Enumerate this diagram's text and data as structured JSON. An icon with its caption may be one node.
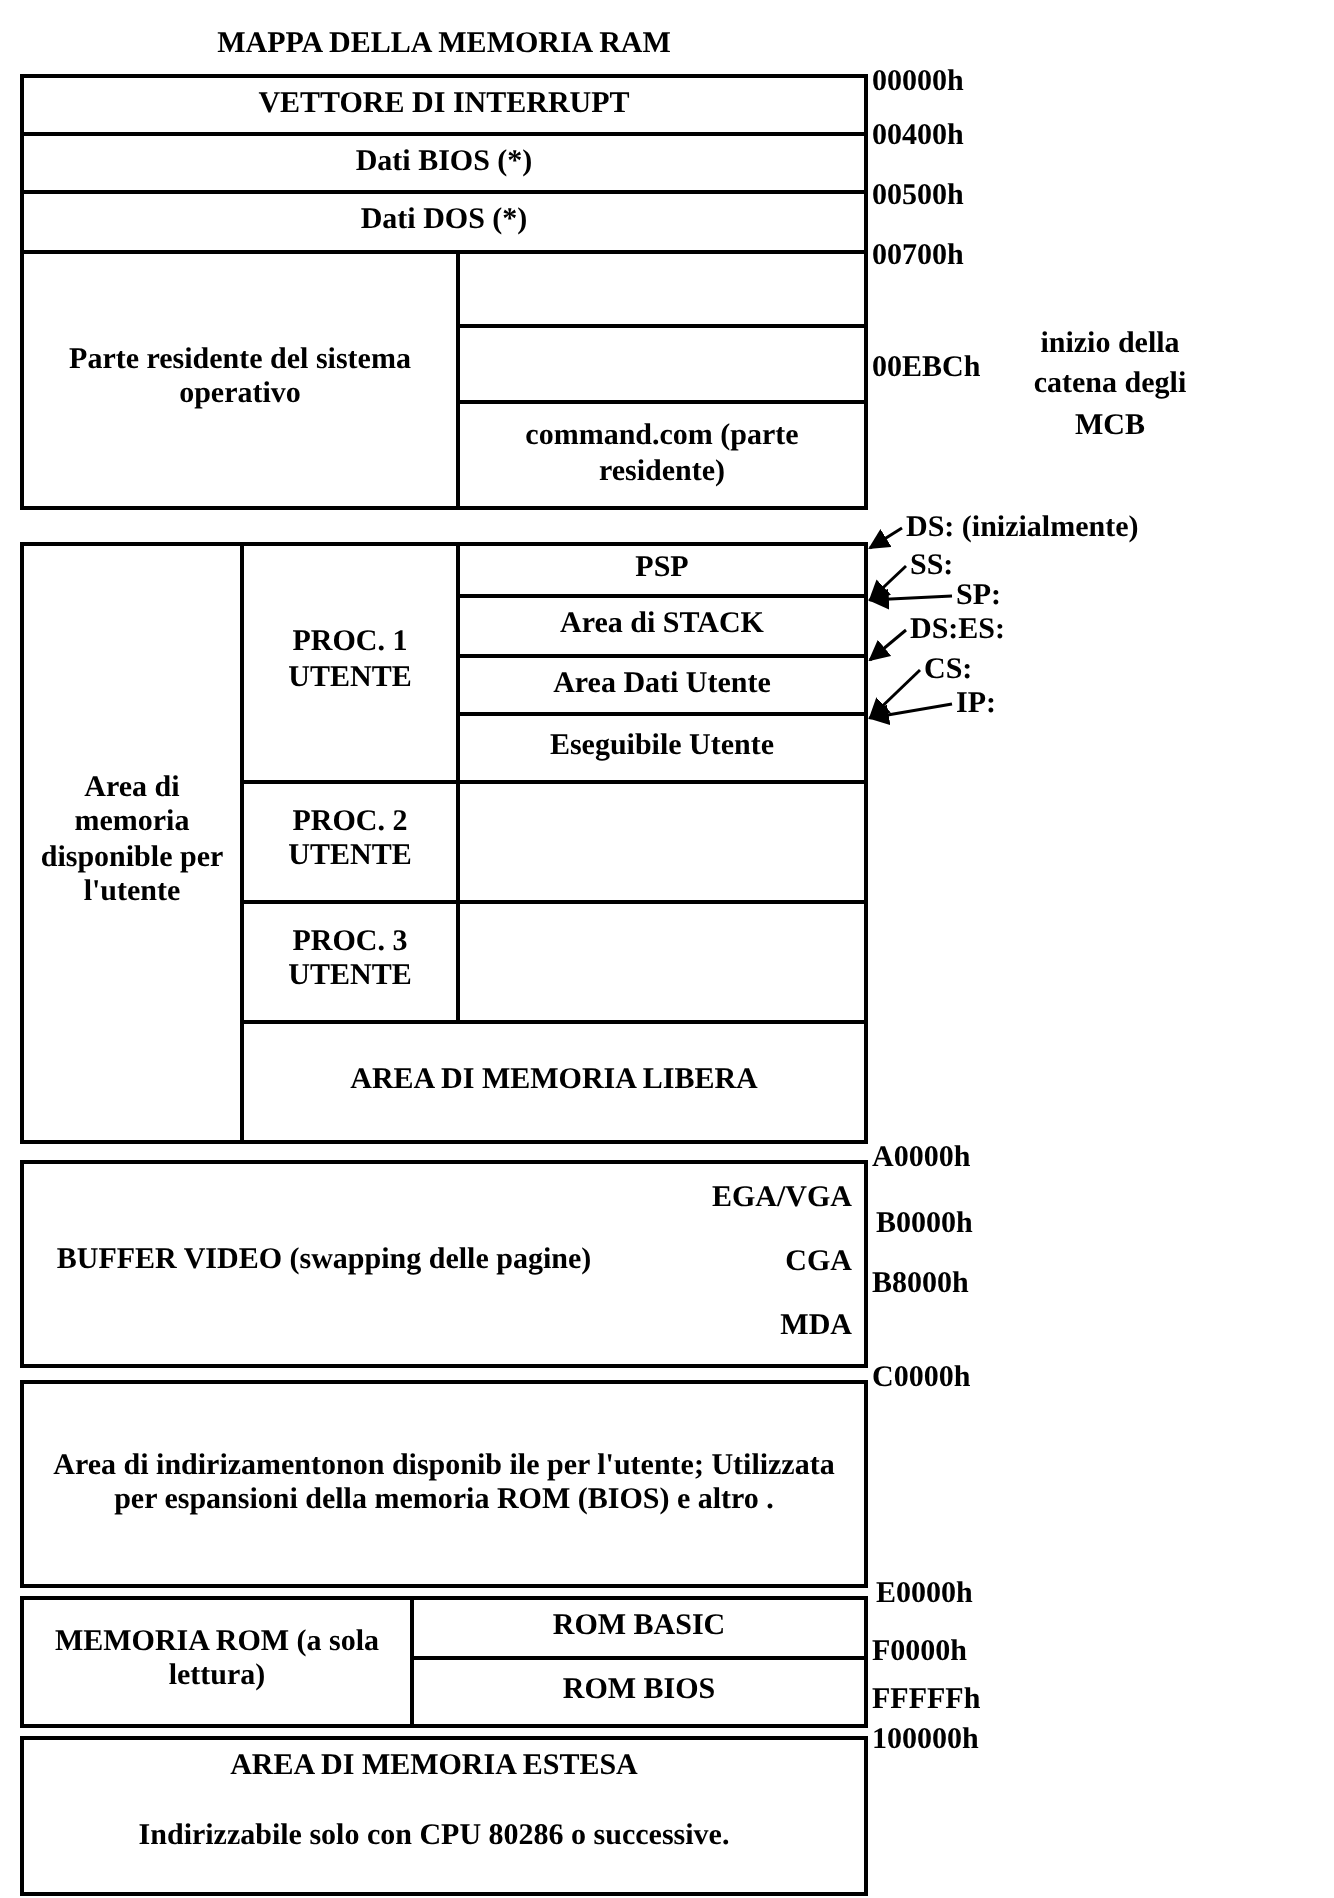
{
  "diagram": {
    "title": "MAPPA DELLA MEMORIA RAM",
    "nodes": [
      {
        "text": [
          "VETTORE DI INTERRUPT"
        ]
      },
      {
        "text": [
          "Dati BIOS (*)"
        ]
      },
      {
        "text": [
          "Dati DOS (*)"
        ]
      },
      {
        "text": [
          "Parte residente del sistema operativo"
        ]
      },
      {
        "text": [],
        "shape": "box",
        "in": 3
      },
      {
        "text": [],
        "shape": "box",
        "in": 3
      },
      {
        "text": [
          "command.com (parte residente)"
        ],
        "in": 3
      },
      {
        "text": [
          "Area di memoria disponible per l'utente"
        ]
      },
      {
        "text": [
          "PROC. 1 UTENTE"
        ],
        "in": 7
      },
      {
        "text": [
          "PSP"
        ],
        "in": 8
      },
      {
        "text": [
          "Area di STACK"
        ],
        "in": 8
      },
      {
        "text": [
          "Area Dati Utente"
        ],
        "in": 8
      },
      {
        "text": [
          "Eseguibile Utente"
        ],
        "in": 8
      },
      {
        "text": [
          "PROC. 2 UTENTE"
        ],
        "in": 7
      },
      {
        "text": [],
        "shape": "box",
        "in": 13
      },
      {
        "text": [
          "PROC. 3 UTENTE"
        ],
        "in": 7
      },
      {
        "text": [],
        "shape": "box",
        "in": 15
      },
      {
        "text": [
          "AREA DI MEMORIA LIBERA"
        ],
        "in": 7
      },
      {
        "text": [
          "BUFFER VIDEO (swapping delle pagine)",
          "EGA/VGA",
          "CGA",
          "MDA"
        ]
      },
      {
        "text": [
          "Area di indirizamentonon disponib ile per l'utente; Utilizzata per espansioni della memoria ROM (BIOS) e altro ."
        ]
      },
      {
        "text": [
          "MEMORIA ROM (a sola lettura)"
        ]
      },
      {
        "text": [
          "ROM BASIC"
        ],
        "in": 20
      },
      {
        "text": [
          "ROM BIOS"
        ],
        "in": 20
      },
      {
        "text": [
          "AREA DI MEMORIA ESTESA",
          "Indirizzabile solo con CPU 80286 o successive."
        ]
      },
      {
        "text": [
          "DS: (inizialmente)"
        ]
      },
      {
        "text": [
          "SS:"
        ]
      },
      {
        "text": [
          "SP:"
        ]
      },
      {
        "text": [
          "DS:ES:"
        ]
      },
      {
        "text": [
          "CS:"
        ]
      },
      {
        "text": [
          "IP:"
        ]
      }
    ],
    "edges": [
      {
        "from": 24,
        "to": 9,
        "arrow": "to"
      },
      {
        "from": 25,
        "to": 10,
        "arrow": "to"
      },
      {
        "from": 26,
        "to": 10,
        "arrow": "to"
      },
      {
        "from": 27,
        "to": 11,
        "arrow": "to"
      },
      {
        "from": 28,
        "to": 12,
        "arrow": "to"
      },
      {
        "from": 29,
        "to": 12,
        "arrow": "to"
      }
    ],
    "labels": [
      "00000h",
      "00400h",
      "00500h",
      "00700h",
      "00EBCh",
      "inizio della catena degli MCB",
      "A0000h",
      "B0000h",
      "B8000h",
      "C0000h",
      "E0000h",
      "F0000h",
      "FFFFFh",
      "100000h"
    ]
  }
}
